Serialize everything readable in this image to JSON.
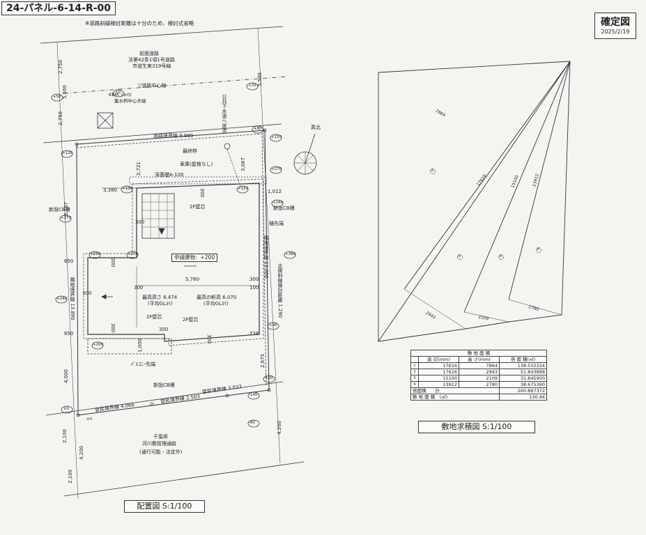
{
  "drawing_id": "24-パネル-6-14-R-00",
  "status": {
    "title": "確定図",
    "date": "2025/2/19"
  },
  "notes": {
    "road_slope": "※道路斜線検討距離は十分のため、検討式省略"
  },
  "site_plan": {
    "title": "配置図 S:1/100",
    "front_road": {
      "name": "前面道路",
      "law": "法第42条1項1号道路",
      "road_no": "市道生実319号線"
    },
    "road_center": "▽道路中心線",
    "road_boundary": "道路境界線 9.989",
    "kbm": {
      "label": "KBM",
      "level": "(±0)",
      "desc": "集水桝中心天端"
    },
    "items": {
      "final_basin": "最終桝",
      "garage": "車庫(屋根なし)",
      "footing": "深基礎A-100",
      "wall_2f_a": "2F壁芯",
      "wall_2f_b": "2F壁芯",
      "wall_2f_c": "2F壁芯",
      "new_cb_a": "新設CB積",
      "new_cb_b": "新設CB積",
      "new_cb_c": "新設CB積",
      "gutter": "樋先端",
      "building": "申請建物：+200",
      "max_height": "最高高さ 8.474",
      "max_eaves": "最高の軒高 6.070",
      "avg_gl_1": "(平均GLﾖﾘ)",
      "avg_gl_2": "(平均GLﾖﾘ)",
      "balcony": "ﾊﾞﾙｺﾆｰ先端",
      "north": "真北",
      "drain": "公共下水道へ放流",
      "adj_boundary_right": "隣地境界線 13.000",
      "north_slope": "北側斜線検討距離 1.290",
      "adj_boundary_left": "隣地境界線 13.890",
      "gov_boundary_1": "官民境界線 4.066",
      "gov_boundary_2": "官民境界線 2.503",
      "gov_boundary_3": "官民境界線 3.033",
      "pref": "千葉県",
      "river_road": "河川敷管理通路",
      "river_road_note": "(通行可能・法定外)"
    },
    "dims": {
      "d2750a": "2,750",
      "d5500a": "5,500",
      "d2750b": "2,750",
      "d5500b": "5,500",
      "d3380": "3,380",
      "d6187": "6,187",
      "d2721": "2,721",
      "d3067": "3,067",
      "d1012": "1,012",
      "d300a": "300",
      "d300b": "300",
      "d300c": "300",
      "d300d": "300",
      "d300e": "300",
      "d300f": "300",
      "d300g": "300",
      "d300h": "300",
      "d300i": "300",
      "d650a": "650",
      "d650b": "650",
      "d5760": "5,760",
      "d100": "100",
      "d1000": "1,000",
      "d738": "738",
      "d2675": "2,675",
      "d4000": "4,000",
      "d2100a": "2,100",
      "d4200a": "4,200",
      "d2100b": "2,100",
      "d4200b": "4,200"
    },
    "levels": {
      "p50": "+50",
      "p70": "+70",
      "p80": "+80",
      "p150a": "+150",
      "p150b": "+150",
      "p120": "+120",
      "p270a": "+270",
      "p270b": "+270",
      "p130": "+130",
      "p240a": "+240",
      "p240b": "+240",
      "p200a": "+200",
      "p200b": "+200",
      "p200c": "+200",
      "p380": "+380",
      "p90": "+90",
      "m150": "-150",
      "m140": "-140",
      "m80": "-80",
      "z1": "±0",
      "z2": "±0",
      "z3": "±0"
    }
  },
  "site_area": {
    "title": "敷地求積図 S:1/100",
    "triangle_labels": [
      "①",
      "②",
      "③",
      "④"
    ],
    "triangle_dims": {
      "bases": [
        "7864",
        "17616",
        "15100",
        "13912"
      ],
      "heights": [
        "2943",
        "2109",
        "2780"
      ]
    },
    "table": {
      "caption": "敷 地 面 積",
      "headers": [
        "底 辺(mm)",
        "高 さ(mm)",
        "倍 面 積(㎡)"
      ],
      "rows": [
        {
          "no": "1",
          "base": "17616",
          "height": "7864",
          "area": "138.532224"
        },
        {
          "no": "2",
          "base": "17616",
          "height": "2943",
          "area": "51.843888"
        },
        {
          "no": "3",
          "base": "15100",
          "height": "2109",
          "area": "31.845900"
        },
        {
          "no": "4",
          "base": "13912",
          "height": "2780",
          "area": "38.675360"
        }
      ],
      "sum_label": "倍面積　　計",
      "sum_value": "260.897372",
      "area_label": "敷 地 面 積　(㎡)",
      "area_value": "130.44"
    }
  }
}
